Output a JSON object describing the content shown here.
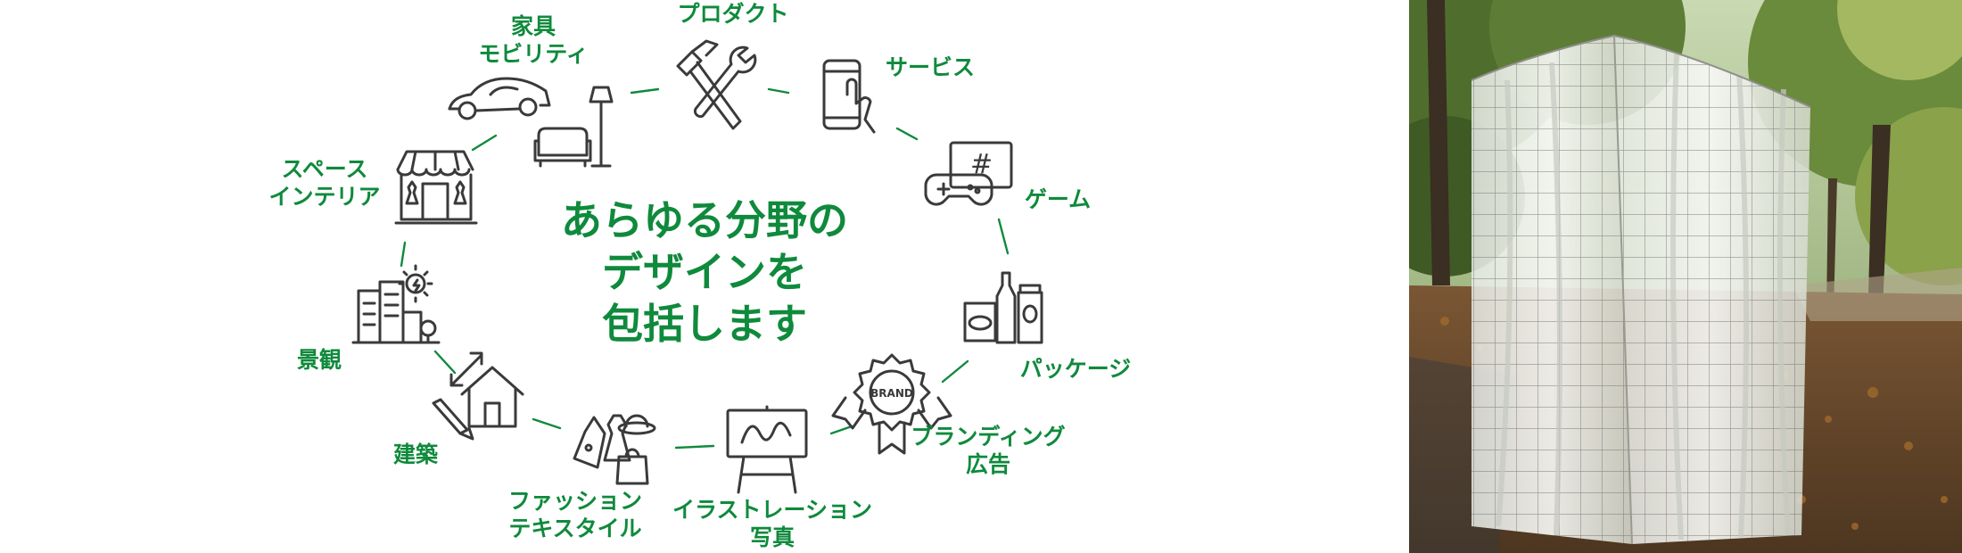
{
  "center": {
    "line1": "あらゆる分野の",
    "line2": "デザインを",
    "line3": "包括します"
  },
  "categories": {
    "product": "プロダクト",
    "service": "サービス",
    "game": "ゲーム",
    "package": "パッケージ",
    "branding": [
      "ブランディング",
      "広告"
    ],
    "illustration": [
      "イラストレーション",
      "写真"
    ],
    "fashion": [
      "ファッション",
      "テキスタイル"
    ],
    "architecture": "建築",
    "landscape": "景観",
    "space": [
      "スペース",
      "インテリア"
    ],
    "furniture": [
      "家具",
      "モビリティ"
    ]
  },
  "badge_text": "BRAND",
  "colors": {
    "accent": "#0f8a3c",
    "icon": "#3a3a3a"
  }
}
